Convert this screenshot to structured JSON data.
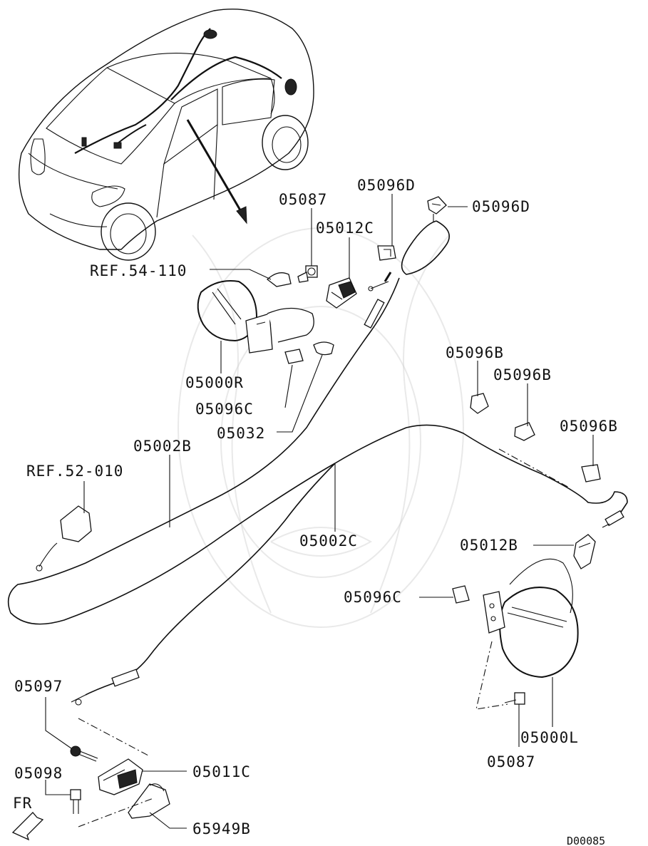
{
  "labels": {
    "ref_54_110": "REF.54-110",
    "p05087_top": "05087",
    "p05096D_left": "05096D",
    "p05096D_right": "05096D",
    "p05012C": "05012C",
    "p05000R": "05000R",
    "p05096C_top": "05096C",
    "p05032": "05032",
    "p05002B": "05002B",
    "ref_52_010": "REF.52-010",
    "p05096B_a": "05096B",
    "p05096B_b": "05096B",
    "p05096B_c": "05096B",
    "p05002C": "05002C",
    "p05012B": "05012B",
    "p05096C_right": "05096C",
    "p05097": "05097",
    "p05011C": "05011C",
    "p05098": "05098",
    "p65949B": "65949B",
    "p05000L": "05000L",
    "p05087_bottom": "05087",
    "fr": "FR",
    "diagram_code": "D00085"
  }
}
